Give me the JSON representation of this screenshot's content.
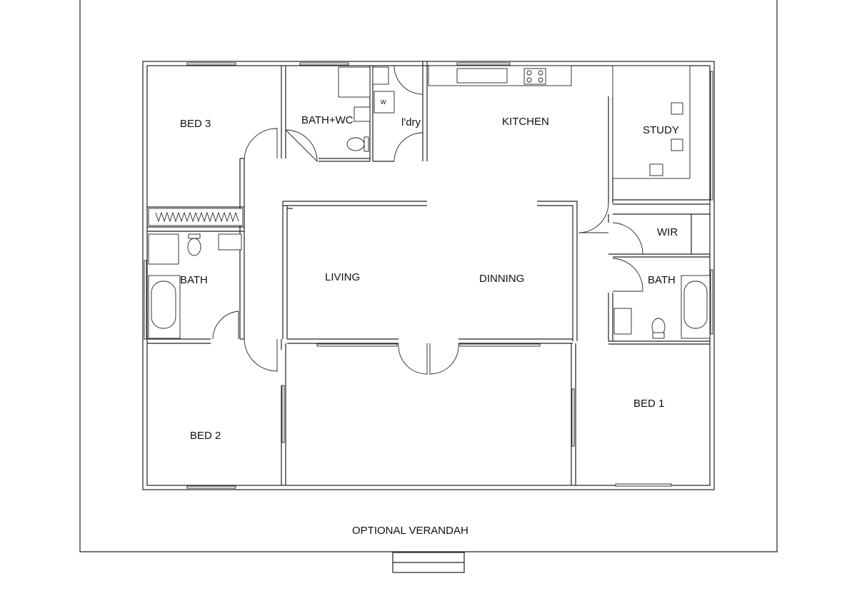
{
  "rooms": {
    "bed3": "BED 3",
    "bath_wc": "BATH+WC",
    "laundry": "l'dry",
    "kitchen": "KITCHEN",
    "study": "STUDY",
    "bath_left": "BATH",
    "living": "LIVING",
    "dinning": "DINNING",
    "wir": "WIR",
    "bath_right": "BATH",
    "bed2": "BED 2",
    "bed1": "BED 1",
    "verandah": "OPTIONAL VERANDAH"
  },
  "fixtures": {
    "washer_mark": "W"
  }
}
